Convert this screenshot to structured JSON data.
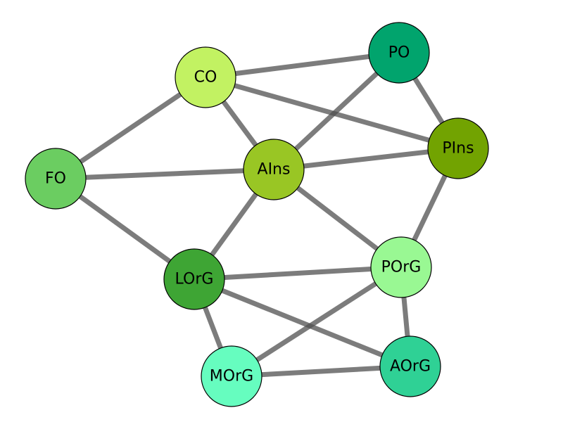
{
  "nodes": [
    {
      "id": "CO",
      "label": "CO",
      "color": "#c2f262"
    },
    {
      "id": "PO",
      "label": "PO",
      "color": "#01a46d"
    },
    {
      "id": "FO",
      "label": "FO",
      "color": "#6bcd61"
    },
    {
      "id": "AIns",
      "label": "AIns",
      "color": "#99c624"
    },
    {
      "id": "PIns",
      "label": "PIns",
      "color": "#72a301"
    },
    {
      "id": "POrG",
      "label": "POrG",
      "color": "#99f893"
    },
    {
      "id": "LOrG",
      "label": "LOrG",
      "color": "#3ea534"
    },
    {
      "id": "MOrG",
      "label": "MOrG",
      "color": "#66fdbf"
    },
    {
      "id": "AOrG",
      "label": "AOrG",
      "color": "#2fd195"
    }
  ],
  "edges": [
    [
      "CO",
      "PO"
    ],
    [
      "CO",
      "PIns"
    ],
    [
      "CO",
      "AIns"
    ],
    [
      "CO",
      "FO"
    ],
    [
      "PO",
      "AIns"
    ],
    [
      "PO",
      "PIns"
    ],
    [
      "FO",
      "AIns"
    ],
    [
      "FO",
      "LOrG"
    ],
    [
      "AIns",
      "PIns"
    ],
    [
      "AIns",
      "LOrG"
    ],
    [
      "AIns",
      "POrG"
    ],
    [
      "PIns",
      "POrG"
    ],
    [
      "LOrG",
      "POrG"
    ],
    [
      "LOrG",
      "AOrG"
    ],
    [
      "LOrG",
      "MOrG"
    ],
    [
      "POrG",
      "MOrG"
    ],
    [
      "POrG",
      "AOrG"
    ],
    [
      "MOrG",
      "AOrG"
    ]
  ]
}
